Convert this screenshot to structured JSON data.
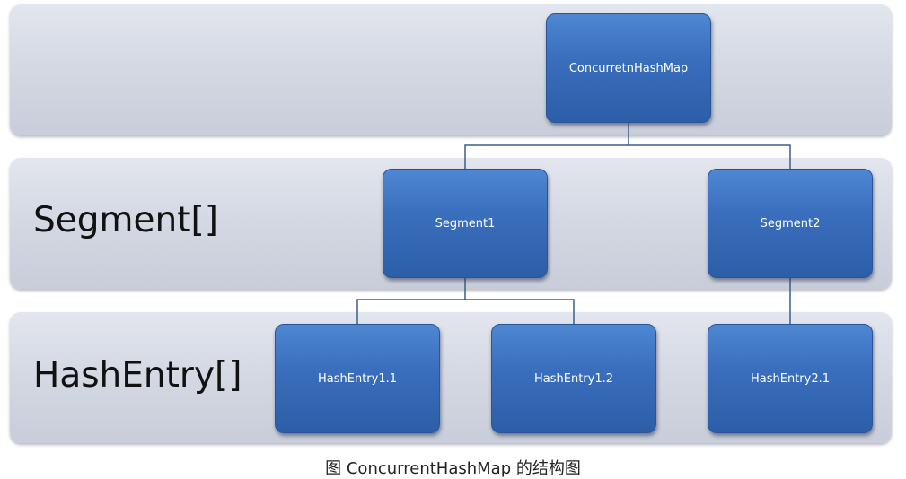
{
  "row_labels": {
    "segment": "Segment[]",
    "hashentry": "HashEntry[]"
  },
  "nodes": {
    "root": "ConcurretnHashMap",
    "segment1": "Segment1",
    "segment2": "Segment2",
    "hashentry_1_1": "HashEntry1.1",
    "hashentry_1_2": "HashEntry1.2",
    "hashentry_2_1": "HashEntry2.1"
  },
  "caption": "图 ConcurrentHashMap 的结构图",
  "colors": {
    "node_fill": "#3a6fbe",
    "band_fill": "#d5d9e4",
    "connector": "#3b5e8c"
  }
}
